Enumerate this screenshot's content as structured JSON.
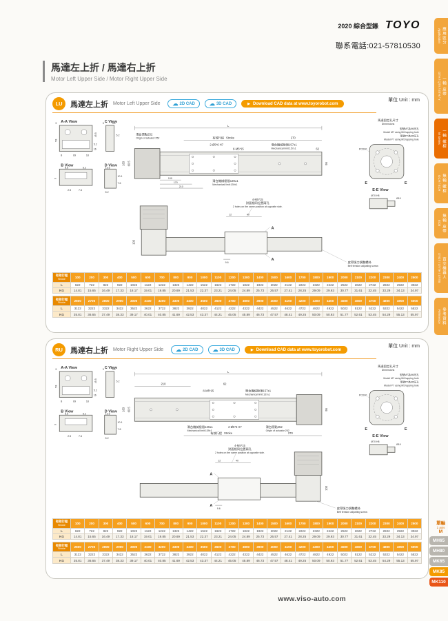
{
  "page": {
    "catalog": "2020 綜合型錄",
    "brand": "TOYO",
    "phone": "聯系電話:021-57810530",
    "title_zh": "馬達左上折 / 馬達右上折",
    "title_en": "Motor Left Upper Side / Motor Right Upper Side",
    "unit": "單位 Unit : mm",
    "footer_url": "www.viso-auto.com"
  },
  "side_tabs": [
    {
      "zh": "應用區分",
      "en": "Application"
    },
    {
      "zh": "一軸 皮帶",
      "en": "GTH / QTY / ETH / Y"
    },
    {
      "zh": "一軸 螺桿",
      "en": "M Series"
    },
    {
      "zh": "無軸 螺桿",
      "en": "GCH / ECH"
    },
    {
      "zh": "無軸 皮帶",
      "en": "ECB"
    },
    {
      "zh": "直交機器人",
      "en": "XYGT / XYTH / XYTB"
    },
    {
      "zh": "參考資料",
      "en": "Reference"
    }
  ],
  "model_tabs": {
    "group_zh": "單軸",
    "group_en": "1 axis",
    "group_series": "M",
    "items": [
      {
        "label": "MH65"
      },
      {
        "label": "MH80"
      },
      {
        "label": "MK65"
      },
      {
        "label": "MK85"
      },
      {
        "label": "MK110"
      }
    ]
  },
  "section_lu": {
    "badge": "LU",
    "title_zh": "馬達左上折",
    "title_en": "Motor Left Upper Side"
  },
  "section_ru": {
    "badge": "RU",
    "title_zh": "馬達右上折",
    "title_en": "Motor Right Upper Side"
  },
  "cad": {
    "cad2d": "2D CAD",
    "cad3d": "3D CAD",
    "download": "Download CAD data at www.toyorobot.com"
  },
  "drawing": {
    "aa_view": "A-A View",
    "b_view": "B View",
    "c_view": "C View",
    "d_view": "D View",
    "ee_view": "E-E View",
    "l_label": "L",
    "origin_zh": "滑台原點252",
    "origin_en": "Origin of actuator:252",
    "stroke_zh": "有效行程",
    "stroke_en": "Stroke",
    "d270": "270",
    "d62": "62",
    "d183": "183",
    "d605": "60.5",
    "d95": "95",
    "d100": "100",
    "d170": "170",
    "d210": "210",
    "limit139_zh": "滑台機械極限139±1",
    "limit139_en": "Mechanical limit:139±1",
    "limit157_zh": "滑台機械極限157±1",
    "limit157_en": "Mechanical limit:157±1",
    "holes2": "2-Ø5*6 H7",
    "holes8": "8-M5*15",
    "dims_zh": "馬達固定孔尺寸",
    "dims_en": "Dimensions",
    "m7_zh": "型號M7為M6牙孔",
    "m7_en": "Model M7 using M6 tapping hole",
    "p7_zh": "型號P7為M5牙孔",
    "p7_en": "Model P7 using M5 tapping hole",
    "pcd": "PCD90",
    "phi70": "Ø70 H8",
    "phi19": "Ø19",
    "e_mark": "E",
    "a_mark": "A",
    "note4_l1": "4-M5*15",
    "note4_zh": "對面相同位置兩孔",
    "note4_en": "2 holes on the same position at opposite side.",
    "belt_zh": "皮帶張力調整螺絲",
    "belt_en": "Belt tension adjusting screw.",
    "d12": "12",
    "d40": "40",
    "d96": "9.6",
    "d100v": "100",
    "d53": "53",
    "d9": "9",
    "d8": "8",
    "d69": "69",
    "d18": "18",
    "d455": "45.5",
    "d52": "5.2",
    "d16": "16",
    "d3": "3",
    "d35": "3.5",
    "d85": "8.5",
    "d25": "2.5",
    "d76": "7.6",
    "d136": "13.6",
    "d101": "10.1"
  },
  "table1": {
    "header_zh": "有效行程",
    "header_en": "Stroke",
    "row_l": "L",
    "row_kg": "KG",
    "strokes": [
      100,
      200,
      300,
      400,
      500,
      600,
      700,
      800,
      900,
      1000,
      1100,
      1200,
      1300,
      1400,
      1500,
      1600,
      1700,
      1800,
      1900,
      2000,
      2100,
      2200,
      2300,
      2400,
      2500
    ],
    "L": [
      622,
      722,
      822,
      922,
      1022,
      1122,
      1222,
      1322,
      1422,
      1522,
      1622,
      1722,
      1822,
      1922,
      2022,
      2122,
      2222,
      2322,
      2422,
      2522,
      2622,
      2722,
      2822,
      2922,
      3022
    ],
    "KG": [
      14.81,
      15.65,
      16.49,
      17.33,
      18.17,
      19.01,
      19.85,
      20.69,
      21.53,
      22.37,
      23.21,
      24.05,
      24.89,
      25.73,
      26.57,
      27.41,
      28.25,
      29.09,
      29.93,
      30.77,
      31.61,
      32.45,
      33.29,
      34.13,
      34.97
    ]
  },
  "table2": {
    "header_zh": "有效行程",
    "header_en": "Stroke",
    "row_l": "L",
    "row_kg": "KG",
    "strokes": [
      2600,
      2700,
      2800,
      2900,
      3000,
      3100,
      3200,
      3300,
      3400,
      3500,
      3600,
      3700,
      3800,
      3900,
      4000,
      4100,
      4200,
      4300,
      4400,
      4500,
      4600,
      4700,
      4800,
      4900,
      5000
    ],
    "L": [
      3122,
      3222,
      3322,
      3422,
      3522,
      3622,
      3722,
      3822,
      3922,
      4022,
      4122,
      4222,
      4322,
      4422,
      4522,
      4622,
      4722,
      4822,
      4922,
      5022,
      5122,
      5222,
      5322,
      5422,
      5522
    ],
    "KG": [
      35.81,
      36.65,
      37.49,
      38.33,
      39.17,
      40.01,
      40.85,
      41.69,
      42.53,
      43.37,
      44.21,
      45.05,
      45.89,
      46.73,
      47.57,
      48.41,
      49.25,
      50.09,
      50.93,
      51.77,
      52.61,
      53.45,
      54.29,
      55.13,
      55.97
    ]
  }
}
